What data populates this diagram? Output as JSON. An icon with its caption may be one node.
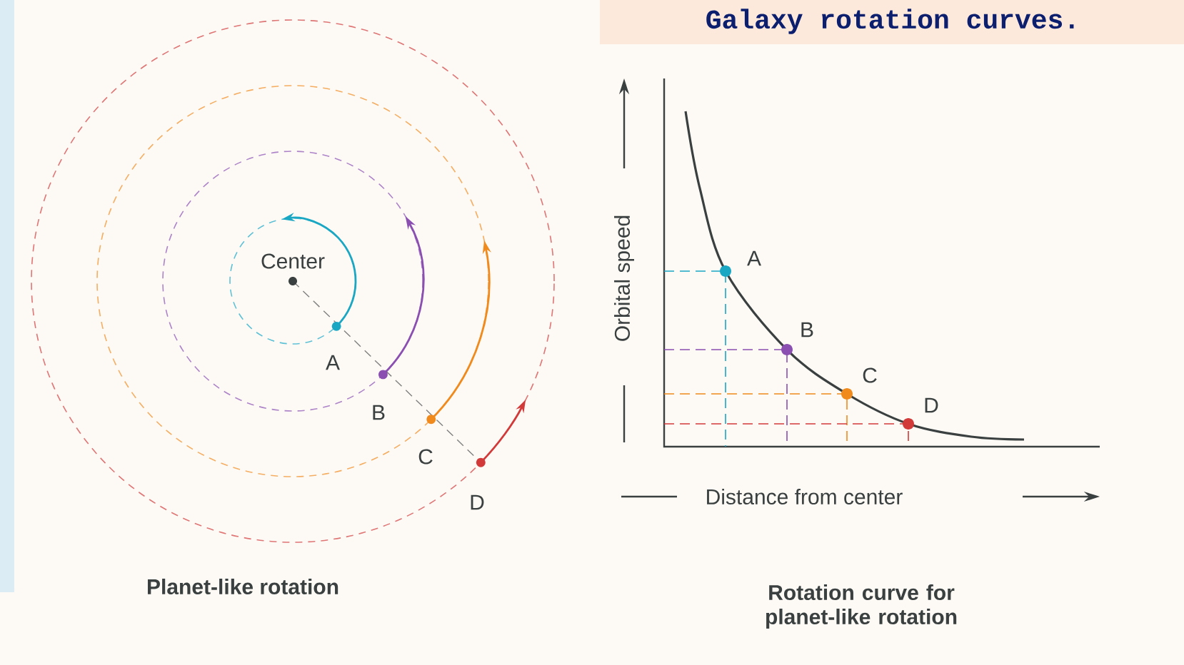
{
  "diagram": {
    "title": "Galaxy rotation curves.",
    "labels": [
      "Center",
      "A",
      "B",
      "C",
      "D",
      "Orbital speed",
      "A",
      "B",
      "C",
      "D",
      "Distance from center",
      "Planet-like rotation",
      "Rotation curve for planet-like rotation"
    ]
  }
}
